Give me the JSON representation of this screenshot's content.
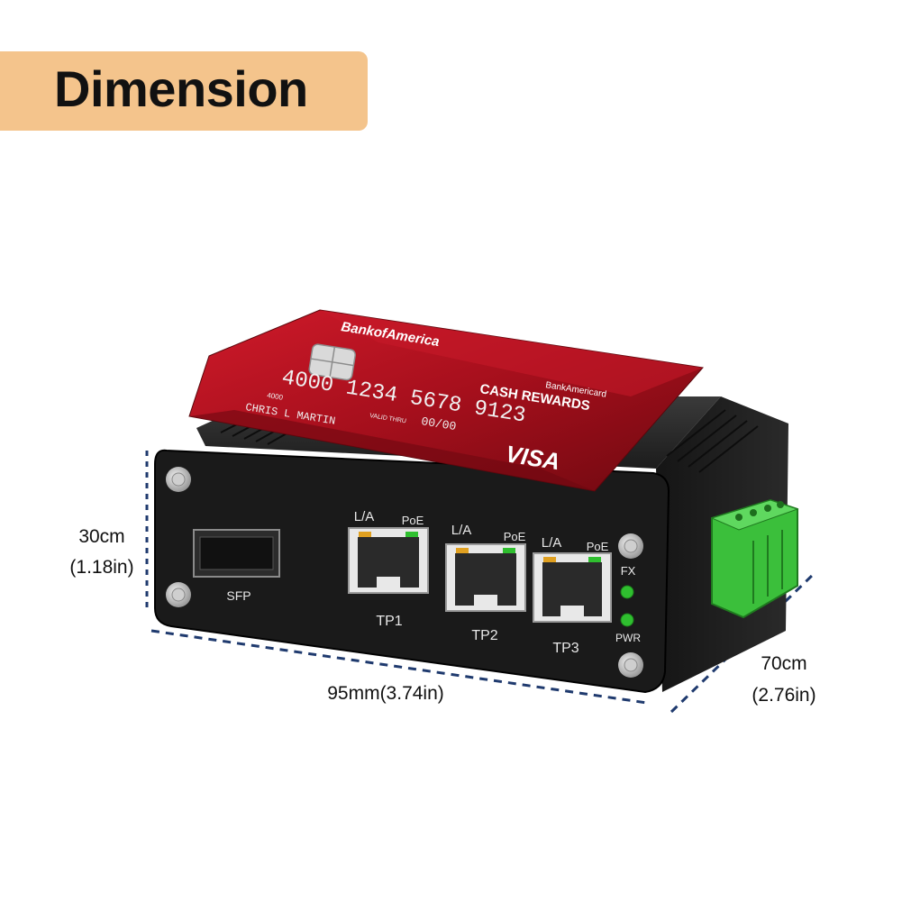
{
  "banner": {
    "title": "Dimension"
  },
  "dimensions": {
    "height_metric": "30cm",
    "height_imperial": "(1.18in)",
    "width": "95mm(3.74in)",
    "depth_metric": "70cm",
    "depth_imperial": "(2.76in)"
  },
  "device": {
    "sfp_label": "SFP",
    "ports": [
      {
        "name": "TP1",
        "la": "L/A",
        "poe": "PoE"
      },
      {
        "name": "TP2",
        "la": "L/A",
        "poe": "PoE"
      },
      {
        "name": "TP3",
        "la": "L/A",
        "poe": "PoE"
      }
    ],
    "led_fx": "FX",
    "led_pwr": "PWR"
  },
  "card": {
    "bank": "BankofAmerica",
    "program_small": "BankAmericard",
    "program": "CASH REWARDS",
    "number": "4000 1234 5678 9123",
    "number_small": "4000",
    "valid_label": "VALID THRU",
    "expiry": "00/00",
    "holder": "CHRIS L MARTIN",
    "network": "VISA"
  },
  "colors": {
    "banner": "#f4c48c",
    "dim_line": "#1f3a6e",
    "device": "#1a1a1a",
    "card": "#b3121f",
    "terminal": "#3bbf3b",
    "led": "#2fbf2f"
  }
}
